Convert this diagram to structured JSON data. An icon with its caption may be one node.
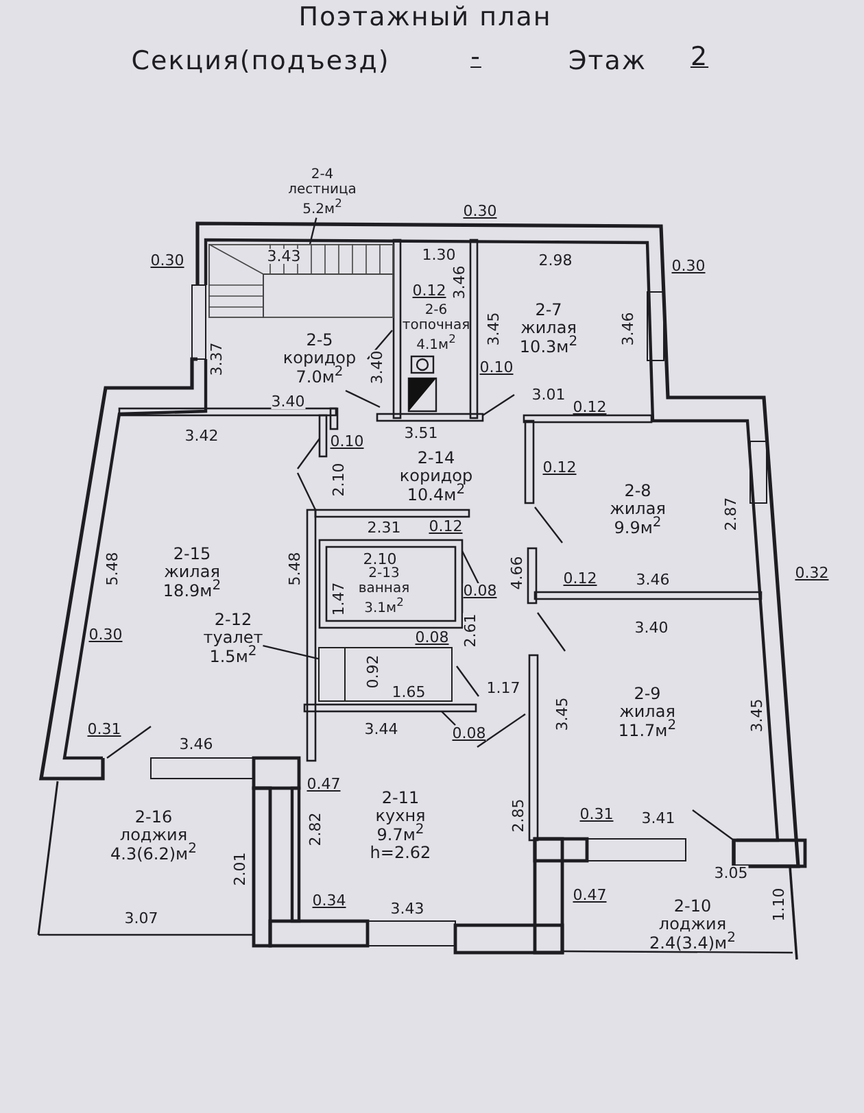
{
  "diagram": {
    "title": "Поэтажный план",
    "nodes": [
      {
        "text": [
          "2-4",
          "лестница",
          "5.2м$^{2}$"
        ]
      },
      {
        "text": [],
        "shape": "picture"
      },
      {
        "text": [
          "2-5",
          "коридор",
          "7.0м$^{2}$"
        ]
      },
      {
        "text": [
          "2-6",
          "топочная",
          "4.1м$^{2}$"
        ]
      },
      {
        "text": [
          "2-7",
          "жилая",
          "10.3м$^{2}$"
        ]
      },
      {
        "text": [
          "2-14",
          "коридор",
          "10.4м$^{2}$"
        ]
      },
      {
        "text": [
          "2-8",
          "жилая",
          "9.9м$^{2}$"
        ]
      },
      {
        "text": [
          "2-15",
          "жилая",
          "18.9м$^{2}$"
        ]
      },
      {
        "text": [
          "2-13",
          "ванная",
          "3.1м$^{2}$"
        ]
      },
      {
        "text": [
          "2-12",
          "туалет",
          "1.5м$^{2}$"
        ]
      },
      {
        "text": [],
        "shape": "box"
      },
      {
        "text": [
          "2-9",
          "жилая",
          "11.7м$^{2}$"
        ]
      },
      {
        "text": [
          "2-11",
          "кухня",
          "9.7м$^{2}$",
          "h=2.62"
        ]
      },
      {
        "text": [
          "2-16",
          "лоджия",
          "4.3(6.2)м$^{2}$"
        ]
      },
      {
        "text": [
          "2-10",
          "лоджия",
          "2.4(3.4)м$^{2}$"
        ]
      }
    ],
    "edges": [
      {
        "from": 0,
        "to": 1,
        "arrow": "none"
      },
      {
        "from": 9,
        "to": 10,
        "arrow": "none"
      }
    ],
    "labels": [
      "Секция(подъезд)",
      "-",
      "Этаж",
      "2",
      "0.30",
      "0.30",
      "3.43",
      "1.30",
      "2.98",
      "0.30",
      "0.12",
      "3.46",
      "3.45",
      "3.46",
      "3.37",
      "3.40",
      "0.10",
      "3.40",
      "3.01",
      "0.12",
      "3.42",
      "0.10",
      "3.51",
      "2.10",
      "0.12",
      "2.87",
      "2.31",
      "0.12",
      "2.10",
      "5.48",
      "5.48",
      "4.66",
      "0.12",
      "3.46",
      "0.32",
      "1.47",
      "0.08",
      "0.30",
      "0.08",
      "2.61",
      "3.40",
      "0.92",
      "1.65",
      "1.17",
      "3.44",
      "0.08",
      "3.45",
      "3.45",
      "0.31",
      "3.46",
      "0.47",
      "0.31",
      "3.41",
      "2.85",
      "2.82",
      "2.01",
      "3.05",
      "0.47",
      "0.34",
      "3.43",
      "1.10",
      "3.07"
    ]
  }
}
